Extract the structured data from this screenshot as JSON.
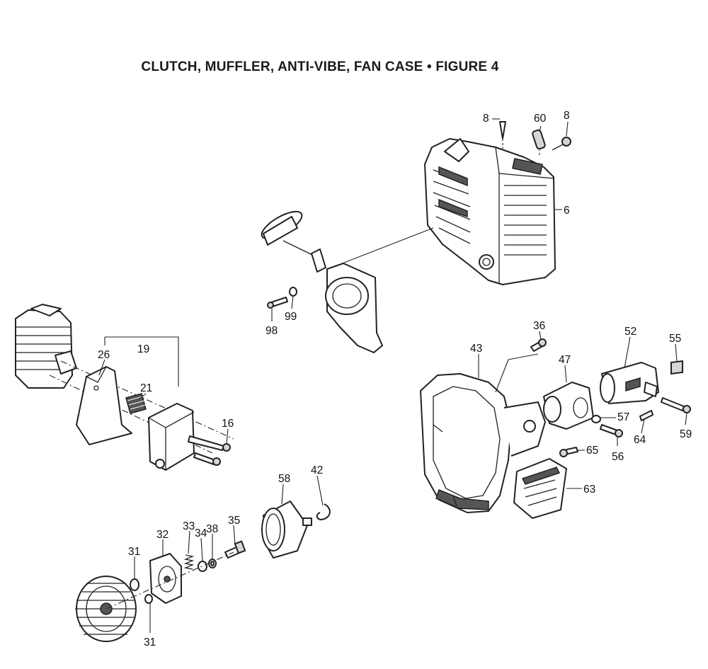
{
  "title": "CLUTCH, MUFFLER, ANTI-VIBE, FAN CASE  •  FIGURE 4",
  "callouts": {
    "p8a": "8",
    "p60": "60",
    "p8b": "8",
    "p6": "6",
    "p98": "98",
    "p99": "99",
    "p26": "26",
    "p19": "19",
    "p21": "21",
    "p16": "16",
    "p36": "36",
    "p43": "43",
    "p47": "47",
    "p52": "52",
    "p55": "55",
    "p57": "57",
    "p59": "59",
    "p64": "64",
    "p56": "56",
    "p65": "65",
    "p63": "63",
    "p58": "58",
    "p42": "42",
    "p33": "33",
    "p34": "34",
    "p38": "38",
    "p35": "35",
    "p32": "32",
    "p31a": "31",
    "p31b": "31"
  }
}
